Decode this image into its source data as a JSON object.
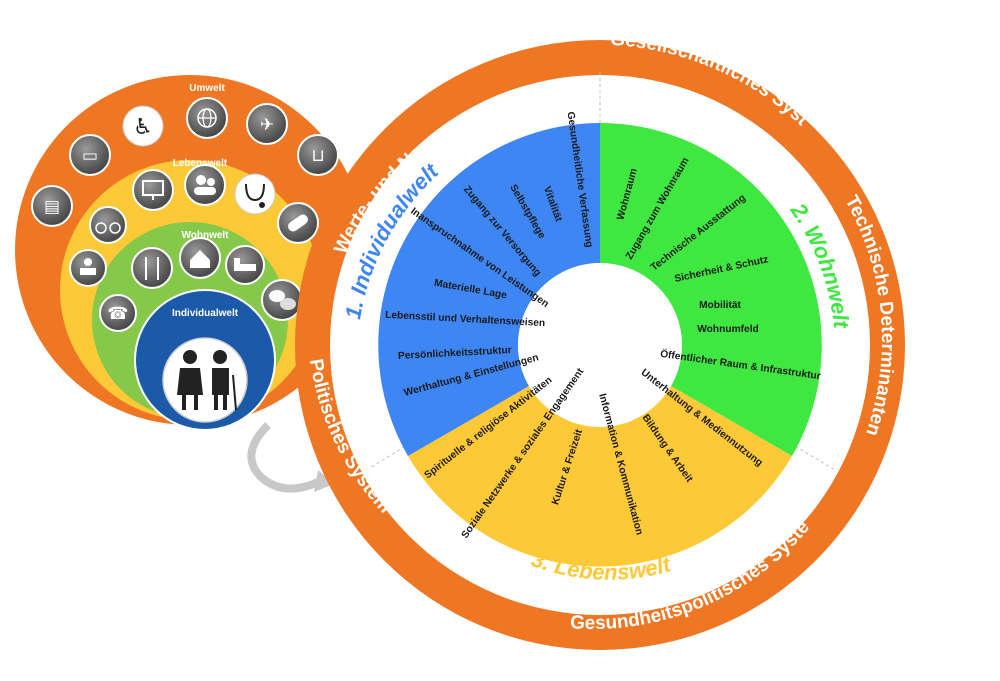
{
  "left_diagram": {
    "rings": {
      "umwelt": "Umwelt",
      "lebenswelt": "Lebenswelt",
      "wohnwelt": "Wohnwelt",
      "individualwelt": "Individualwelt"
    },
    "icons": {
      "umwelt": [
        "document-icon",
        "bus-icon",
        "wheelchair-icon",
        "globe-icon",
        "bird-icon",
        "shopping-cart-icon"
      ],
      "lebenswelt": [
        "bicycle-icon",
        "computer-icon",
        "people-icon",
        "stethoscope-icon",
        "pill-icon"
      ],
      "wohnwelt": [
        "reading-person-icon",
        "cutlery-icon",
        "house-icon",
        "bed-icon",
        "speech-bubbles-icon"
      ],
      "individualwelt": [
        "telephone-icon",
        "elderly-couple-icon"
      ]
    }
  },
  "outer_ring": {
    "top_left": "Werte- und Normensystem",
    "top_right": "Gesellschaftliches System",
    "right": "Technische Determinanten",
    "bottom": "Gesundheitspolitisches System",
    "left": "Politisches System"
  },
  "sectors": {
    "individualwelt": {
      "title": "1. Individualwelt",
      "color": "#3f86f5",
      "items": [
        "Gesundheitliche Verfassung",
        "Vitalität",
        "Selbstpflege",
        "Zugang zur Versorgung",
        "Inanspruchnahme von Leistungen",
        "Materielle Lage",
        "Lebensstil und Verhaltensweisen",
        "Persönlichkeitsstruktur",
        "Werthaltung & Einstellungen"
      ]
    },
    "wohnwelt": {
      "title": "2. Wohnwelt",
      "color": "#3fe840",
      "items": [
        "Wohnraum",
        "Zugang zum Wohnraum",
        "Technische Ausstattung",
        "Sicherheit & Schutz",
        "Mobilität",
        "Wohnumfeld",
        "Öffentlicher Raum & Infrastruktur"
      ]
    },
    "lebenswelt": {
      "title": "3. Lebenswelt",
      "color": "#fec937",
      "items": [
        "Unterhaltung & Mediennutzung",
        "Bildung & Arbeit",
        "Information & Kommunikation",
        "Kultur & Freizeit",
        "Soziale Netzwerke & soziales Engagement",
        "Spirituelle & religiöse Aktivitäten"
      ]
    }
  },
  "colors": {
    "orange": "#ef7622",
    "blue": "#3f86f5",
    "green": "#3fe840",
    "yellow": "#fec937",
    "navy": "#1a5aa8",
    "grey": "#707070"
  }
}
